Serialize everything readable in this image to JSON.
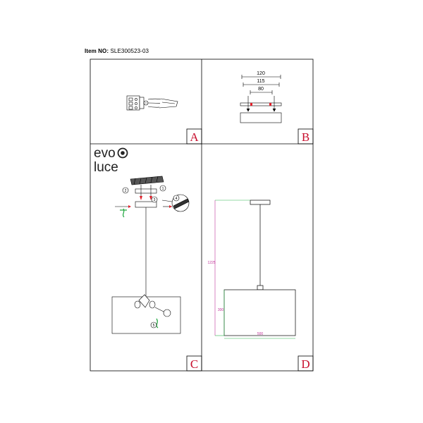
{
  "header": {
    "item_label": "Item NO:",
    "item_value": "SLE300523-03"
  },
  "panels": [
    {
      "letter": "A"
    },
    {
      "letter": "B"
    },
    {
      "letter": "C"
    },
    {
      "letter": "D"
    }
  ],
  "brand": {
    "line1": "evo",
    "line2": "luce"
  },
  "panel_b_dims": {
    "top": "120",
    "middle": "115",
    "bottom": "80"
  },
  "panel_c_steps": [
    "1",
    "2",
    "3",
    "4",
    "5"
  ],
  "panel_d_dims": {
    "height_total": "1225",
    "shade_height": "300",
    "shade_width": "500"
  },
  "colors": {
    "line": "#000000",
    "dim_green": "#2db34a",
    "dim_magenta": "#c0359a",
    "wire": "#1aa53a",
    "red": "#e0202a"
  }
}
